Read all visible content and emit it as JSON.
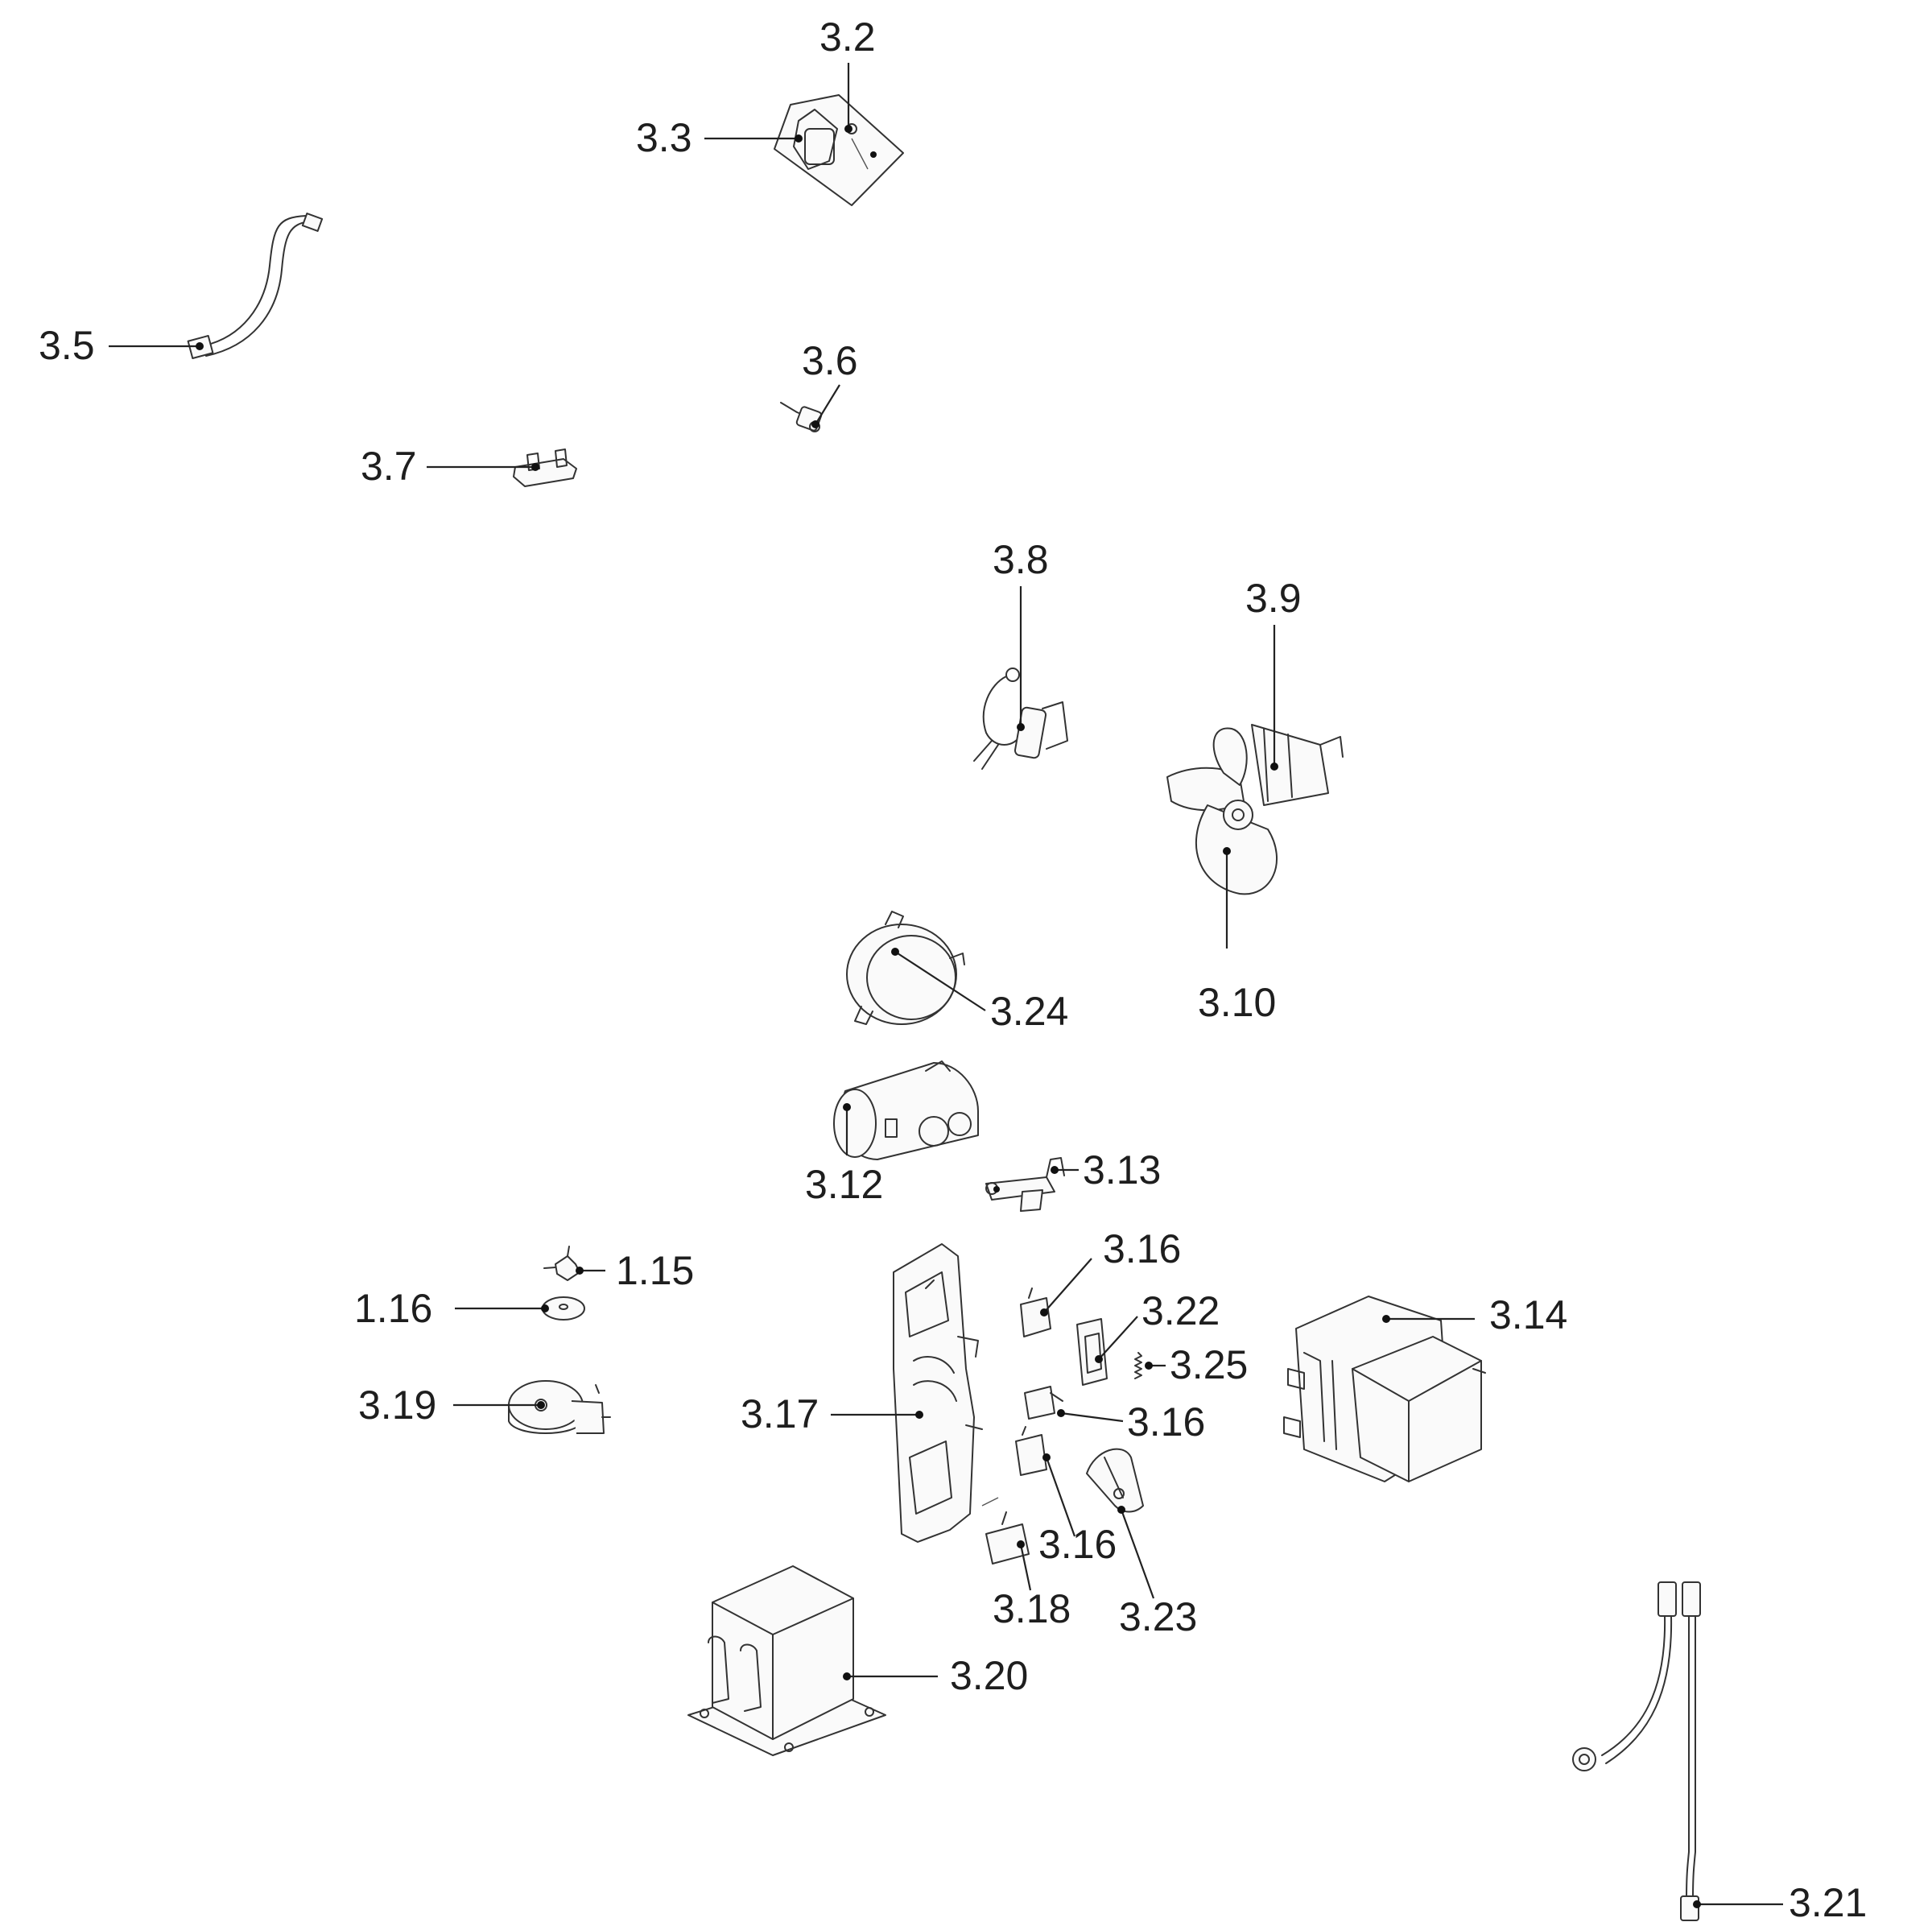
{
  "callouts": [
    {
      "key": "c3_2",
      "text": "3.2"
    },
    {
      "key": "c3_3",
      "text": "3.3"
    },
    {
      "key": "c3_5",
      "text": "3.5"
    },
    {
      "key": "c3_6",
      "text": "3.6"
    },
    {
      "key": "c3_7",
      "text": "3.7"
    },
    {
      "key": "c3_8",
      "text": "3.8"
    },
    {
      "key": "c3_9",
      "text": "3.9"
    },
    {
      "key": "c3_10",
      "text": "3.10"
    },
    {
      "key": "c3_24",
      "text": "3.24"
    },
    {
      "key": "c3_12",
      "text": "3.12"
    },
    {
      "key": "c3_13",
      "text": "3.13"
    },
    {
      "key": "c1_15",
      "text": "1.15"
    },
    {
      "key": "c1_16",
      "text": "1.16"
    },
    {
      "key": "c3_19",
      "text": "3.19"
    },
    {
      "key": "c3_16a",
      "text": "3.16"
    },
    {
      "key": "c3_22",
      "text": "3.22"
    },
    {
      "key": "c3_25",
      "text": "3.25"
    },
    {
      "key": "c3_14",
      "text": "3.14"
    },
    {
      "key": "c3_17",
      "text": "3.17"
    },
    {
      "key": "c3_16b",
      "text": "3.16"
    },
    {
      "key": "c3_16c",
      "text": "3.16"
    },
    {
      "key": "c3_18",
      "text": "3.18"
    },
    {
      "key": "c3_23",
      "text": "3.23"
    },
    {
      "key": "c3_20",
      "text": "3.20"
    },
    {
      "key": "c3_21",
      "text": "3.21"
    }
  ]
}
